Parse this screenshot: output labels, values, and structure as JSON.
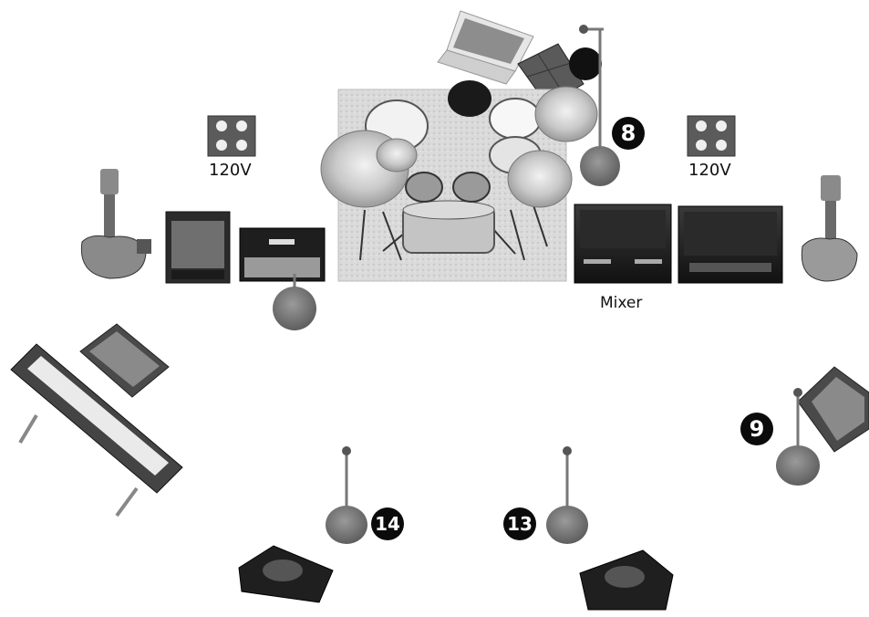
{
  "outlet_labels": {
    "left": "120V",
    "right": "120V"
  },
  "mixer_label": "Mixer",
  "mic_numbers": {
    "upper_right": "8",
    "right": "9",
    "front_left": "14",
    "front_right": "13"
  },
  "colors": {
    "stand_base": "#7a7a7a",
    "badge": "#0b0b0b",
    "rug": "#d6d6d6",
    "case": "#1c1c1c"
  }
}
